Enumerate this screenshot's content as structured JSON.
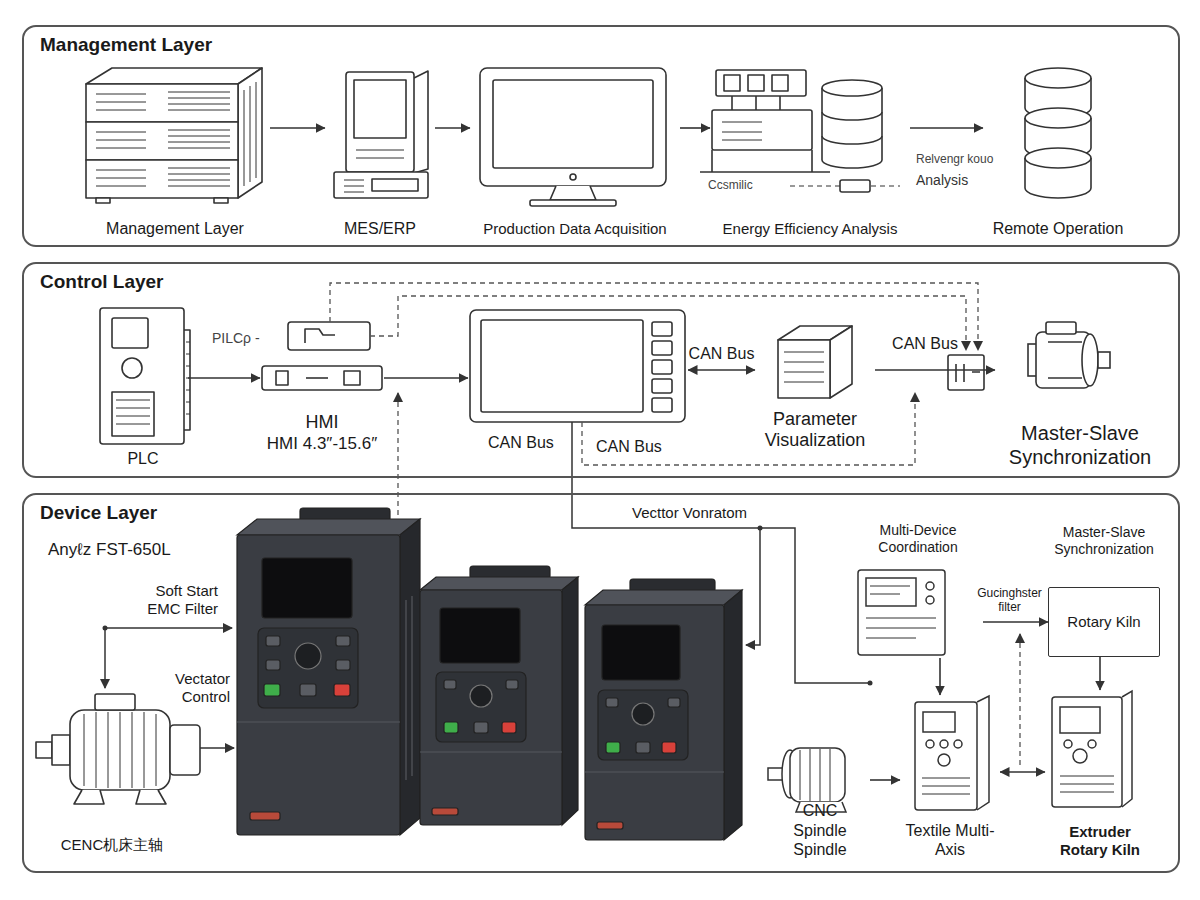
{
  "diagram": {
    "nodes": [
      {
        "text": [
          "Management Layer"
        ]
      },
      {
        "text": [
          "Management Layer"
        ],
        "in": 0
      },
      {
        "text": [
          "MES/ERP"
        ],
        "in": 0
      },
      {
        "text": [
          "Production Data Acquisition"
        ],
        "in": 0
      },
      {
        "text": [
          "Energy Efficiency Analysis"
        ],
        "in": 0
      },
      {
        "text": [
          "Remote Operation"
        ],
        "in": 0
      },
      {
        "text": [
          "Control Layer"
        ]
      },
      {
        "text": [
          "PLC"
        ],
        "in": 6
      },
      {
        "text": [
          "HMI",
          "HMI 4.3″-15.6″"
        ],
        "in": 6
      },
      {
        "text": [
          "CAN Bus"
        ],
        "in": 6
      },
      {
        "text": [
          "Parameter Visualization"
        ],
        "in": 6
      },
      {
        "text": [
          "Master-Slave Synchronization"
        ],
        "in": 6
      },
      {
        "text": [
          "Device Layer"
        ]
      },
      {
        "text": [
          "CENC机床主轴"
        ],
        "in": 12
      },
      {
        "text": [
          "Multi-Device Coordination"
        ],
        "in": 12
      },
      {
        "text": [
          "Master-Slave Synchronization",
          "Rotary Kiln"
        ],
        "in": 12
      },
      {
        "text": [
          "CNC Spindle Spindle"
        ],
        "in": 12
      },
      {
        "text": [
          "Textile Multi-Axis"
        ],
        "in": 12
      },
      {
        "text": [
          "Extruder Rotary Kiln"
        ],
        "in": 12
      }
    ],
    "edges": [
      {
        "from": 1,
        "to": 2,
        "arrow": "to"
      },
      {
        "from": 2,
        "to": 3,
        "arrow": "to"
      },
      {
        "from": 3,
        "to": 4,
        "arrow": "to"
      },
      {
        "from": 4,
        "to": 5,
        "arrow": "to"
      },
      {
        "from": 7,
        "to": 8,
        "arrow": "to"
      },
      {
        "from": 8,
        "to": 9,
        "arrow": "to"
      },
      {
        "from": 9,
        "to": 10,
        "label": "CAN Bus",
        "arrow": "both"
      },
      {
        "from": 10,
        "to": 11,
        "label": "CAN Bus",
        "arrow": "to"
      },
      {
        "from": 14,
        "to": 15,
        "label": "Gucinghster filter",
        "arrow": "to"
      },
      {
        "from": 14,
        "to": 17,
        "arrow": "to"
      },
      {
        "from": 15,
        "to": 18,
        "arrow": "to"
      },
      {
        "from": 16,
        "to": 17,
        "arrow": "to"
      },
      {
        "from": 17,
        "to": 18,
        "arrow": "both"
      }
    ],
    "labels": [
      "PILCρ -",
      "CAN Bus",
      "Relvengr kouo",
      "Analysis",
      "Ccsmilic",
      "Anyℓz FST-650L",
      "Soft Start EMC Filter",
      "Vectator Control",
      "Vecttor Vonratom"
    ]
  }
}
